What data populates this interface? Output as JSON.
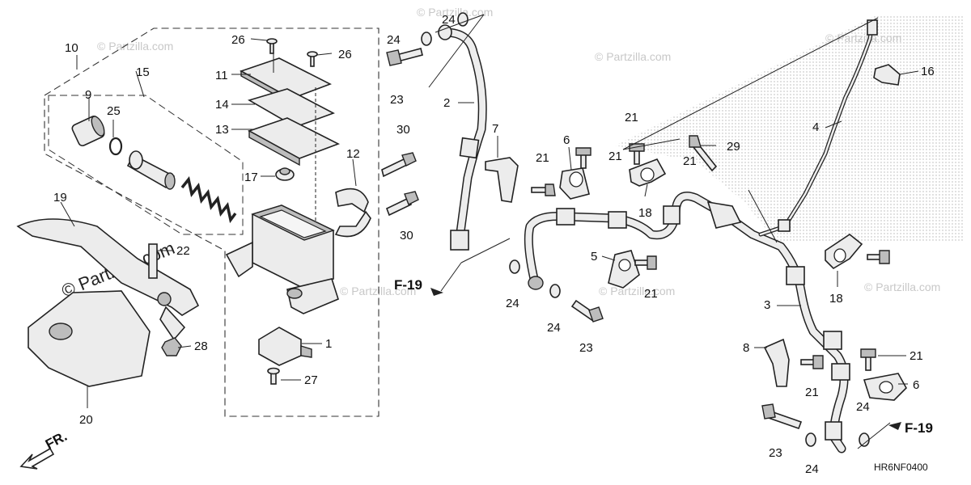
{
  "diagram_code": "HR6NF0400",
  "front_marker": "FR.",
  "ref_marks": [
    "F-19",
    "F-19"
  ],
  "watermarks": [
    "© Partzilla.com",
    "© Partzilla.com",
    "© Partzilla.com",
    "© Partzilla.com",
    "© Partzilla.com",
    "© Partzilla.com",
    "© Partzilla.com"
  ],
  "watermark_large": "© Partzilla.com",
  "callouts": [
    "10",
    "15",
    "9",
    "25",
    "19",
    "22",
    "28",
    "20",
    "26",
    "26",
    "11",
    "14",
    "13",
    "12",
    "17",
    "30",
    "30",
    "1",
    "27",
    "24",
    "24",
    "23",
    "2",
    "7",
    "21",
    "6",
    "21",
    "21",
    "29",
    "4",
    "16",
    "21",
    "18",
    "18",
    "5",
    "24",
    "24",
    "23",
    "21",
    "3",
    "8",
    "21",
    "21",
    "6",
    "24",
    "23",
    "24"
  ]
}
